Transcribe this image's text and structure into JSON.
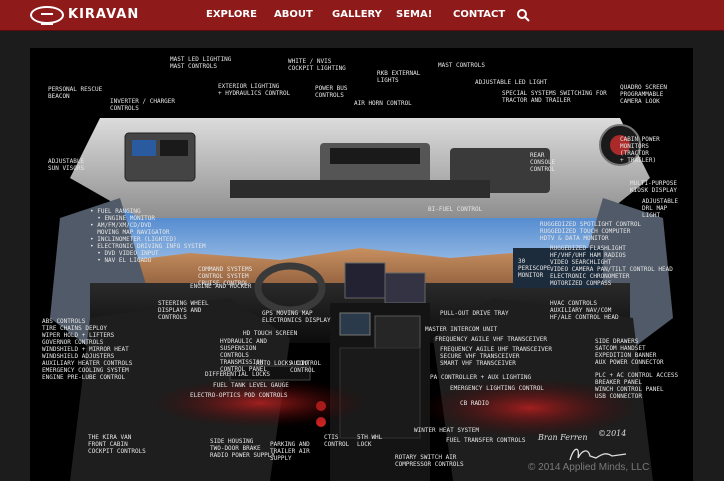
{
  "header": {
    "logo_text": "KIRAVAN",
    "nav": [
      "EXPLORE",
      "ABOUT",
      "GALLERY",
      "SEMA!",
      "CONTACT"
    ],
    "search_icon": "search-icon",
    "colors": {
      "bar": "#8f1a1a",
      "text": "#ffffff"
    }
  },
  "annotations": [
    "MAST LED LIGHTING\nMAST CONTROLS",
    "WHITE / NVIS\nCOCKPIT LIGHTING",
    "RKB EXTERNAL\nLIGHTS",
    "MAST CONTROLS",
    "ADJUSTABLE LED LIGHT",
    "SPECIAL SYSTEMS SWITCHING FOR\nTRACTOR AND TRAILER",
    "QUADRO SCREEN\nPROGRAMMABLE\nCAMERA LOOK",
    "PERSONAL RESCUE\nBEACON",
    "INVERTER / CHARGER\nCONTROLS",
    "EXTERIOR LIGHTING\n+ HYDRAULICS CONTROL",
    "POWER BUS\nCONTROLS",
    "AIR HORN CONTROL",
    "CABIN POWER\nMONITORS\n(TRACTOR\n+ TRAILER)",
    "ADJUSTABLE\nSUN VISORS",
    "MULTI-PURPOSE\nKIOSK DISPLAY",
    "ADJUSTABLE\nDRL MAP\nLIGHT",
    "REAR\nCONSOLE\nCONTROL",
    "BI-FUEL CONTROL",
    "• FUEL RANGING\n  • ENGINE MONITOR\n• AM/FM/XM/CD/DVD\n  MOVING MAP NAVIGATOR\n• INCLINOMETER (LIGHTED)\n• ELECTRONIC DRIVING INFO SYSTEM\n  • DVD VIDEO INPUT\n  • NAV EL LIGADO",
    "RUGGEDIZED SPOTLIGHT CONTROL\nRUGGEDIZED TOUCH COMPUTER\nHDTV & DATA MONITOR",
    "30\nPERISCOPE\nMONITOR",
    "RUGGEDIZED FLASHLIGHT\nHF/VHF/UHF HAM RADIOS\nVIDEO SEARCHLIGHT\nVIDEO CAMERA PAN/TILT CONTROL HEAD\nELECTRONIC CHRONOMETER\nMOTORIZED COMPASS",
    "COMMAND SYSTEMS\nCONTROL SYSTEM\nCRUISE CONTROL",
    "ENGINE AND ROCKER",
    "HVAC CONTROLS\nAUXILIARY NAV/COM\nHF/ALE CONTROL HEAD",
    "STEERING WHEEL\nDISPLAYS AND\nCONTROLS",
    "GPS MOVING MAP\nELECTRONICS DISPLAY",
    "PULL-OUT DRIVE TRAY",
    "MASTER INTERCOM UNIT",
    "ABS CONTROLS\nTIRE CHAINS DEPLOY\nWIPER HOLD + LIFTERS\nGOVERNOR CONTROLS\nWINDSHIELD + MIRROR HEAT\nWINDSHIELD ADJUSTERS\nAUXILIARY HEATER CONTROLS\nEMERGENCY COOLING SYSTEM\nENGINE PRE-LUBE CONTROL",
    "HD TOUCH SCREEN",
    "HYDRAULIC AND\nSUSPENSION\nCONTROLS\nTRANSMISSION\nCONTROL PANEL",
    "DIFFERENTIAL LOCKS",
    "FUEL TANK LEVEL GAUGE",
    "ELECTRO-OPTICS POD CONTROLS",
    "AUTO LOCKS CONTROL",
    "AUDIO\nCONTROL",
    "FREQUENCY AGILE VHF TRANSCEIVER",
    "FREQUENCY AGILE UHF TRANSCEIVER\nSECURE VHF TRANSCEIVER\nSMART VHF TRANSCEIVER",
    "PA CONTROLLER + AUX LIGHTING",
    "EMERGENCY LIGHTING CONTROL",
    "CB RADIO",
    "SIDE DRAWERS\nSATCOM HANDSET\nEXPEDITION BANNER\nAUX POWER CONNECTOR",
    "PLC + AC CONTROL ACCESS\nBREAKER PANEL\nWINCH CONTROL PANEL\nUSB CONNECTOR",
    "WINTER HEAT SYSTEM",
    "FUEL TRANSFER CONTROLS",
    "SIDE HOUSING\nTWO-DOOR BRAKE\nRADIO POWER SUPPLY",
    "PARKING AND\nTRAILER AIR\nSUPPLY",
    "CTIS\nCONTROL",
    "5TH WHL\nLOCK",
    "ROTARY SWITCH AIR\nCOMPRESSOR CONTROLS",
    "The Kira Van\nFRONT CABIN\nCOCKPIT CONTROLS"
  ],
  "signature": {
    "name": "Bran Ferren",
    "year": "©2014"
  },
  "copyright": "© 2014 Applied Minds, LLC"
}
